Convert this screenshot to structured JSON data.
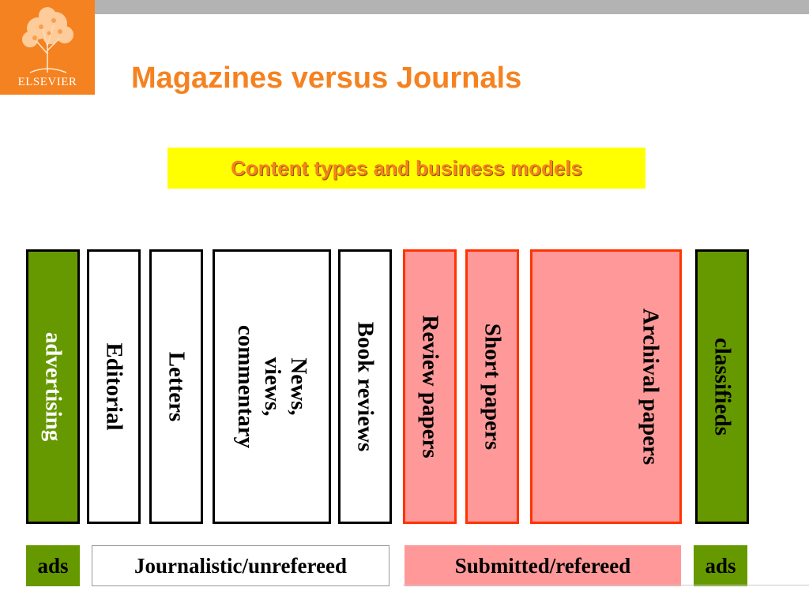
{
  "logo": {
    "text": "ELSEVIER",
    "icon": "tree-icon"
  },
  "title": "Magazines versus Journals",
  "subtitle": "Content types and business models",
  "columns": [
    {
      "label": "advertising",
      "kind": "green"
    },
    {
      "label": "Editorial",
      "kind": "white"
    },
    {
      "label": "Letters",
      "kind": "white"
    },
    {
      "label": "News,\nviews,\ncommentary",
      "kind": "white"
    },
    {
      "label": "Book reviews",
      "kind": "white"
    },
    {
      "label": "Review papers",
      "kind": "pink"
    },
    {
      "label": "Short papers",
      "kind": "pink"
    },
    {
      "label": "Archival papers",
      "kind": "pink"
    },
    {
      "label": "classifieds",
      "kind": "green"
    }
  ],
  "groups": {
    "ads_left": "ads",
    "journalistic": "Journalistic/unrefereed",
    "submitted": "Submitted/refereed",
    "ads_right": "ads"
  },
  "colors": {
    "brand_orange": "#f58220",
    "green": "#669900",
    "pink": "#ff9999",
    "red_border": "#ff3300",
    "yellow": "#ffff00"
  }
}
